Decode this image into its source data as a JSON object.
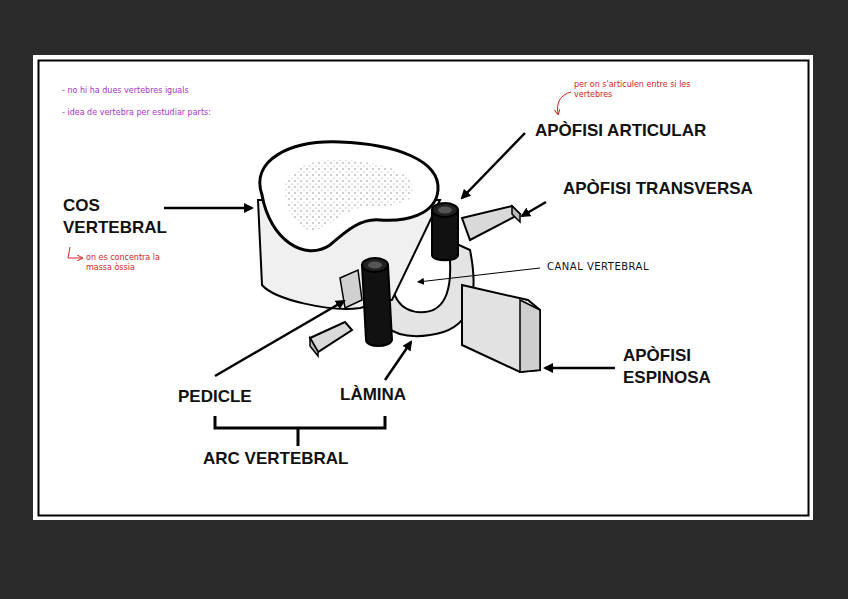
{
  "diagram": {
    "labels": [
      "- no hi ha dues vertebres iguals",
      "- idea de vertebra per estudiar parts:",
      "per on s'articulen entre si les vertebres",
      "APÒFISI ARTICULAR",
      "APÒFISI TRANSVERSA",
      "COS VERTEBRAL",
      "on es concentra la massa òssia",
      "CANAL VERTEBRAL",
      "APÒFISI ESPINOSA",
      "PEDICLE",
      "LÀMINA",
      "ARC VERTEBRAL"
    ]
  }
}
